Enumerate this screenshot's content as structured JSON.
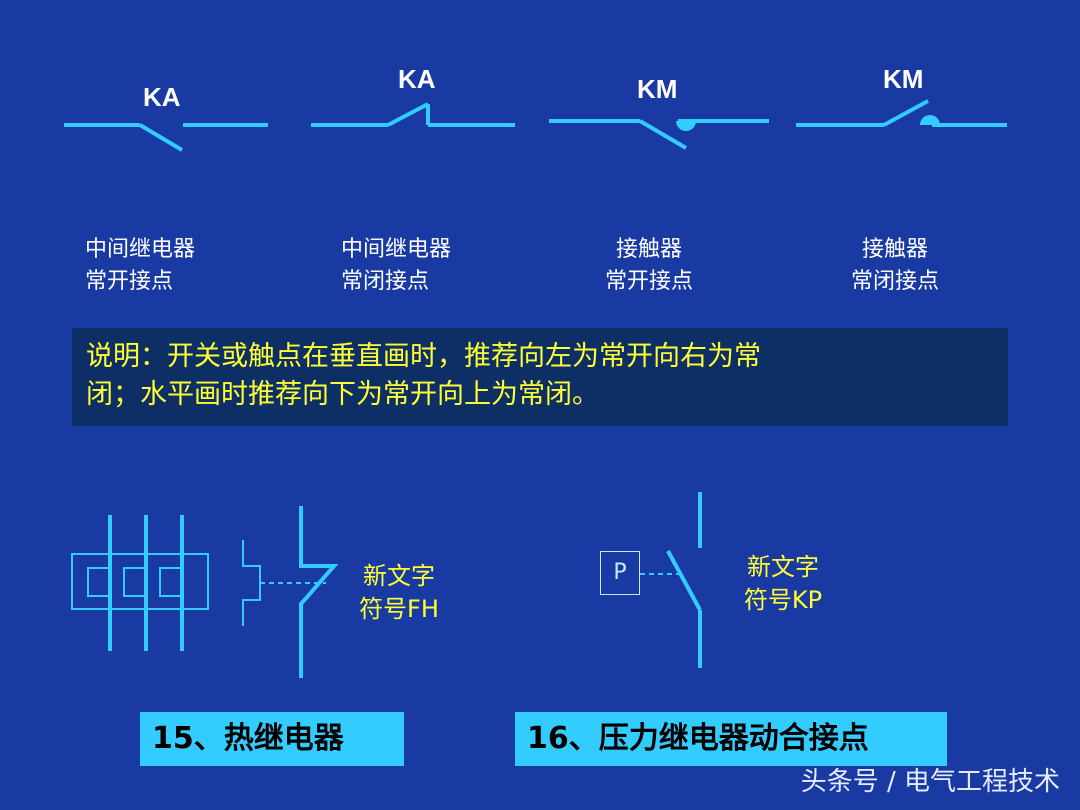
{
  "symbols": [
    {
      "code": "KA",
      "caption_line1": "中间继电器",
      "caption_line2": "常开接点"
    },
    {
      "code": "KA",
      "caption_line1": "中间继电器",
      "caption_line2": "常闭接点"
    },
    {
      "code": "KM",
      "caption_line1": "接触器",
      "caption_line2": "常开接点"
    },
    {
      "code": "KM",
      "caption_line1": "接触器",
      "caption_line2": "常闭接点"
    }
  ],
  "note": {
    "line1": "说明：开关或触点在垂直画时，推荐向左为常开向右为常",
    "line2": "闭；水平画时推荐向下为常开向上为常闭。"
  },
  "thermal_relay": {
    "new_symbol_line1": "新文字",
    "new_symbol_line2": "符号FH",
    "title": "15、热继电器"
  },
  "pressure_relay": {
    "box_label": "P",
    "new_symbol_line1": "新文字",
    "new_symbol_line2": "符号KP",
    "title": "16、压力继电器动合接点"
  },
  "watermark": "头条号 / 电气工程技术",
  "colors": {
    "background": "#1a3aa3",
    "line": "#33ccff",
    "note_bg": "#0d2f66",
    "highlight_text": "#ffff33",
    "title_bg": "#33ccff"
  }
}
